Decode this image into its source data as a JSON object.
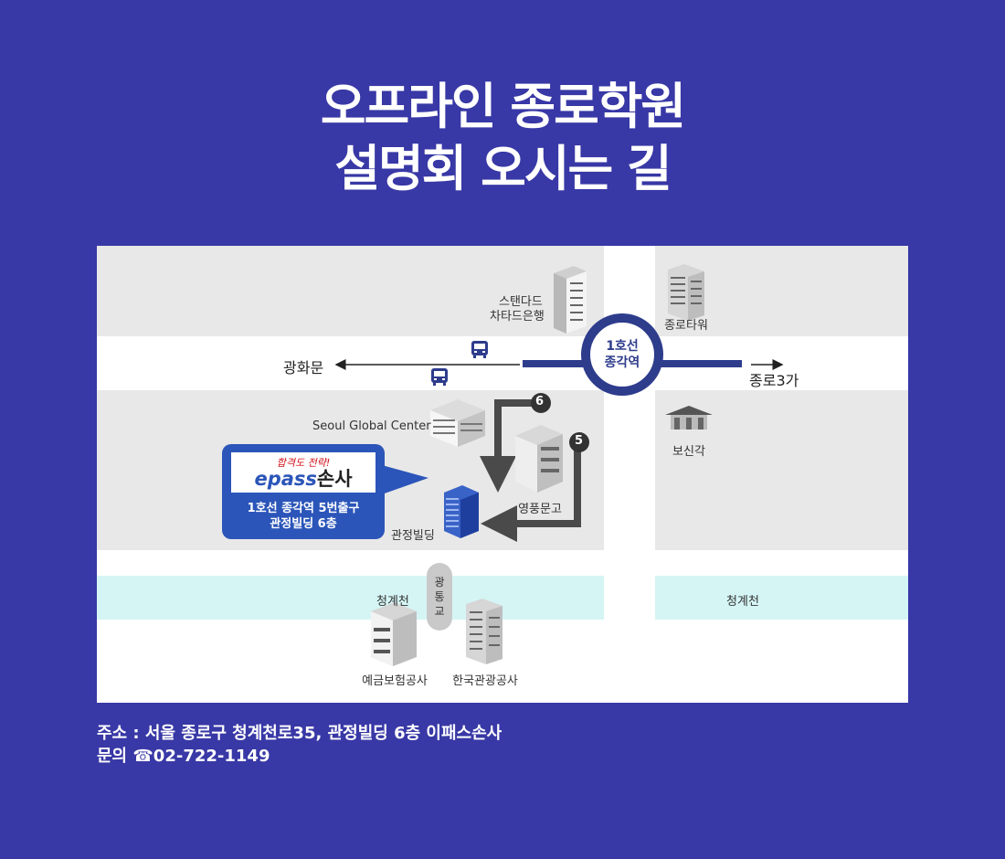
{
  "title": {
    "line1": "오프라인 종로학원",
    "line2": "설명회 오시는 길"
  },
  "map": {
    "station": {
      "line": "1호선",
      "name": "종각역"
    },
    "directions": {
      "west": "광화문",
      "east": "종로3가"
    },
    "landmarks": {
      "standard_chartered_line1": "스탠다드",
      "standard_chartered_line2": "차타드은행",
      "jongno_tower": "종로타워",
      "seoul_global_center": "Seoul Global Center",
      "bosingak": "보신각",
      "youngpoong": "영풍문고",
      "gwanjeong": "관정빌딩",
      "cheonggyecheon_left": "청계천",
      "cheonggyecheon_right": "청계천",
      "kdic": "예금보험공사",
      "kto": "한국관광공사"
    },
    "bridge": {
      "c1": "광",
      "c2": "통",
      "c3": "교"
    },
    "exits": {
      "exit6": "6",
      "exit5": "5"
    },
    "callout": {
      "slogan": "합격도 전략!",
      "brand_e": "epass",
      "brand_son": "손사",
      "info_line1": "1호선 종각역 5번출구",
      "info_line2": "관정빌딩 6층"
    },
    "icons": [
      "bus-icon",
      "bus-icon",
      "building-icon",
      "gate-icon",
      "arrow-left-icon",
      "arrow-right-icon"
    ]
  },
  "footer": {
    "address": "주소 : 서울 종로구 청계천로35, 관정빌딩 6층 이패스손사",
    "contact": "문의 ☎02-722-1149"
  },
  "colors": {
    "background": "#3838a6",
    "line1_blue": "#2e3c8c",
    "callout": "#2b55b9",
    "road_block": "#e8e8e8",
    "river": "#d5f5f5"
  }
}
